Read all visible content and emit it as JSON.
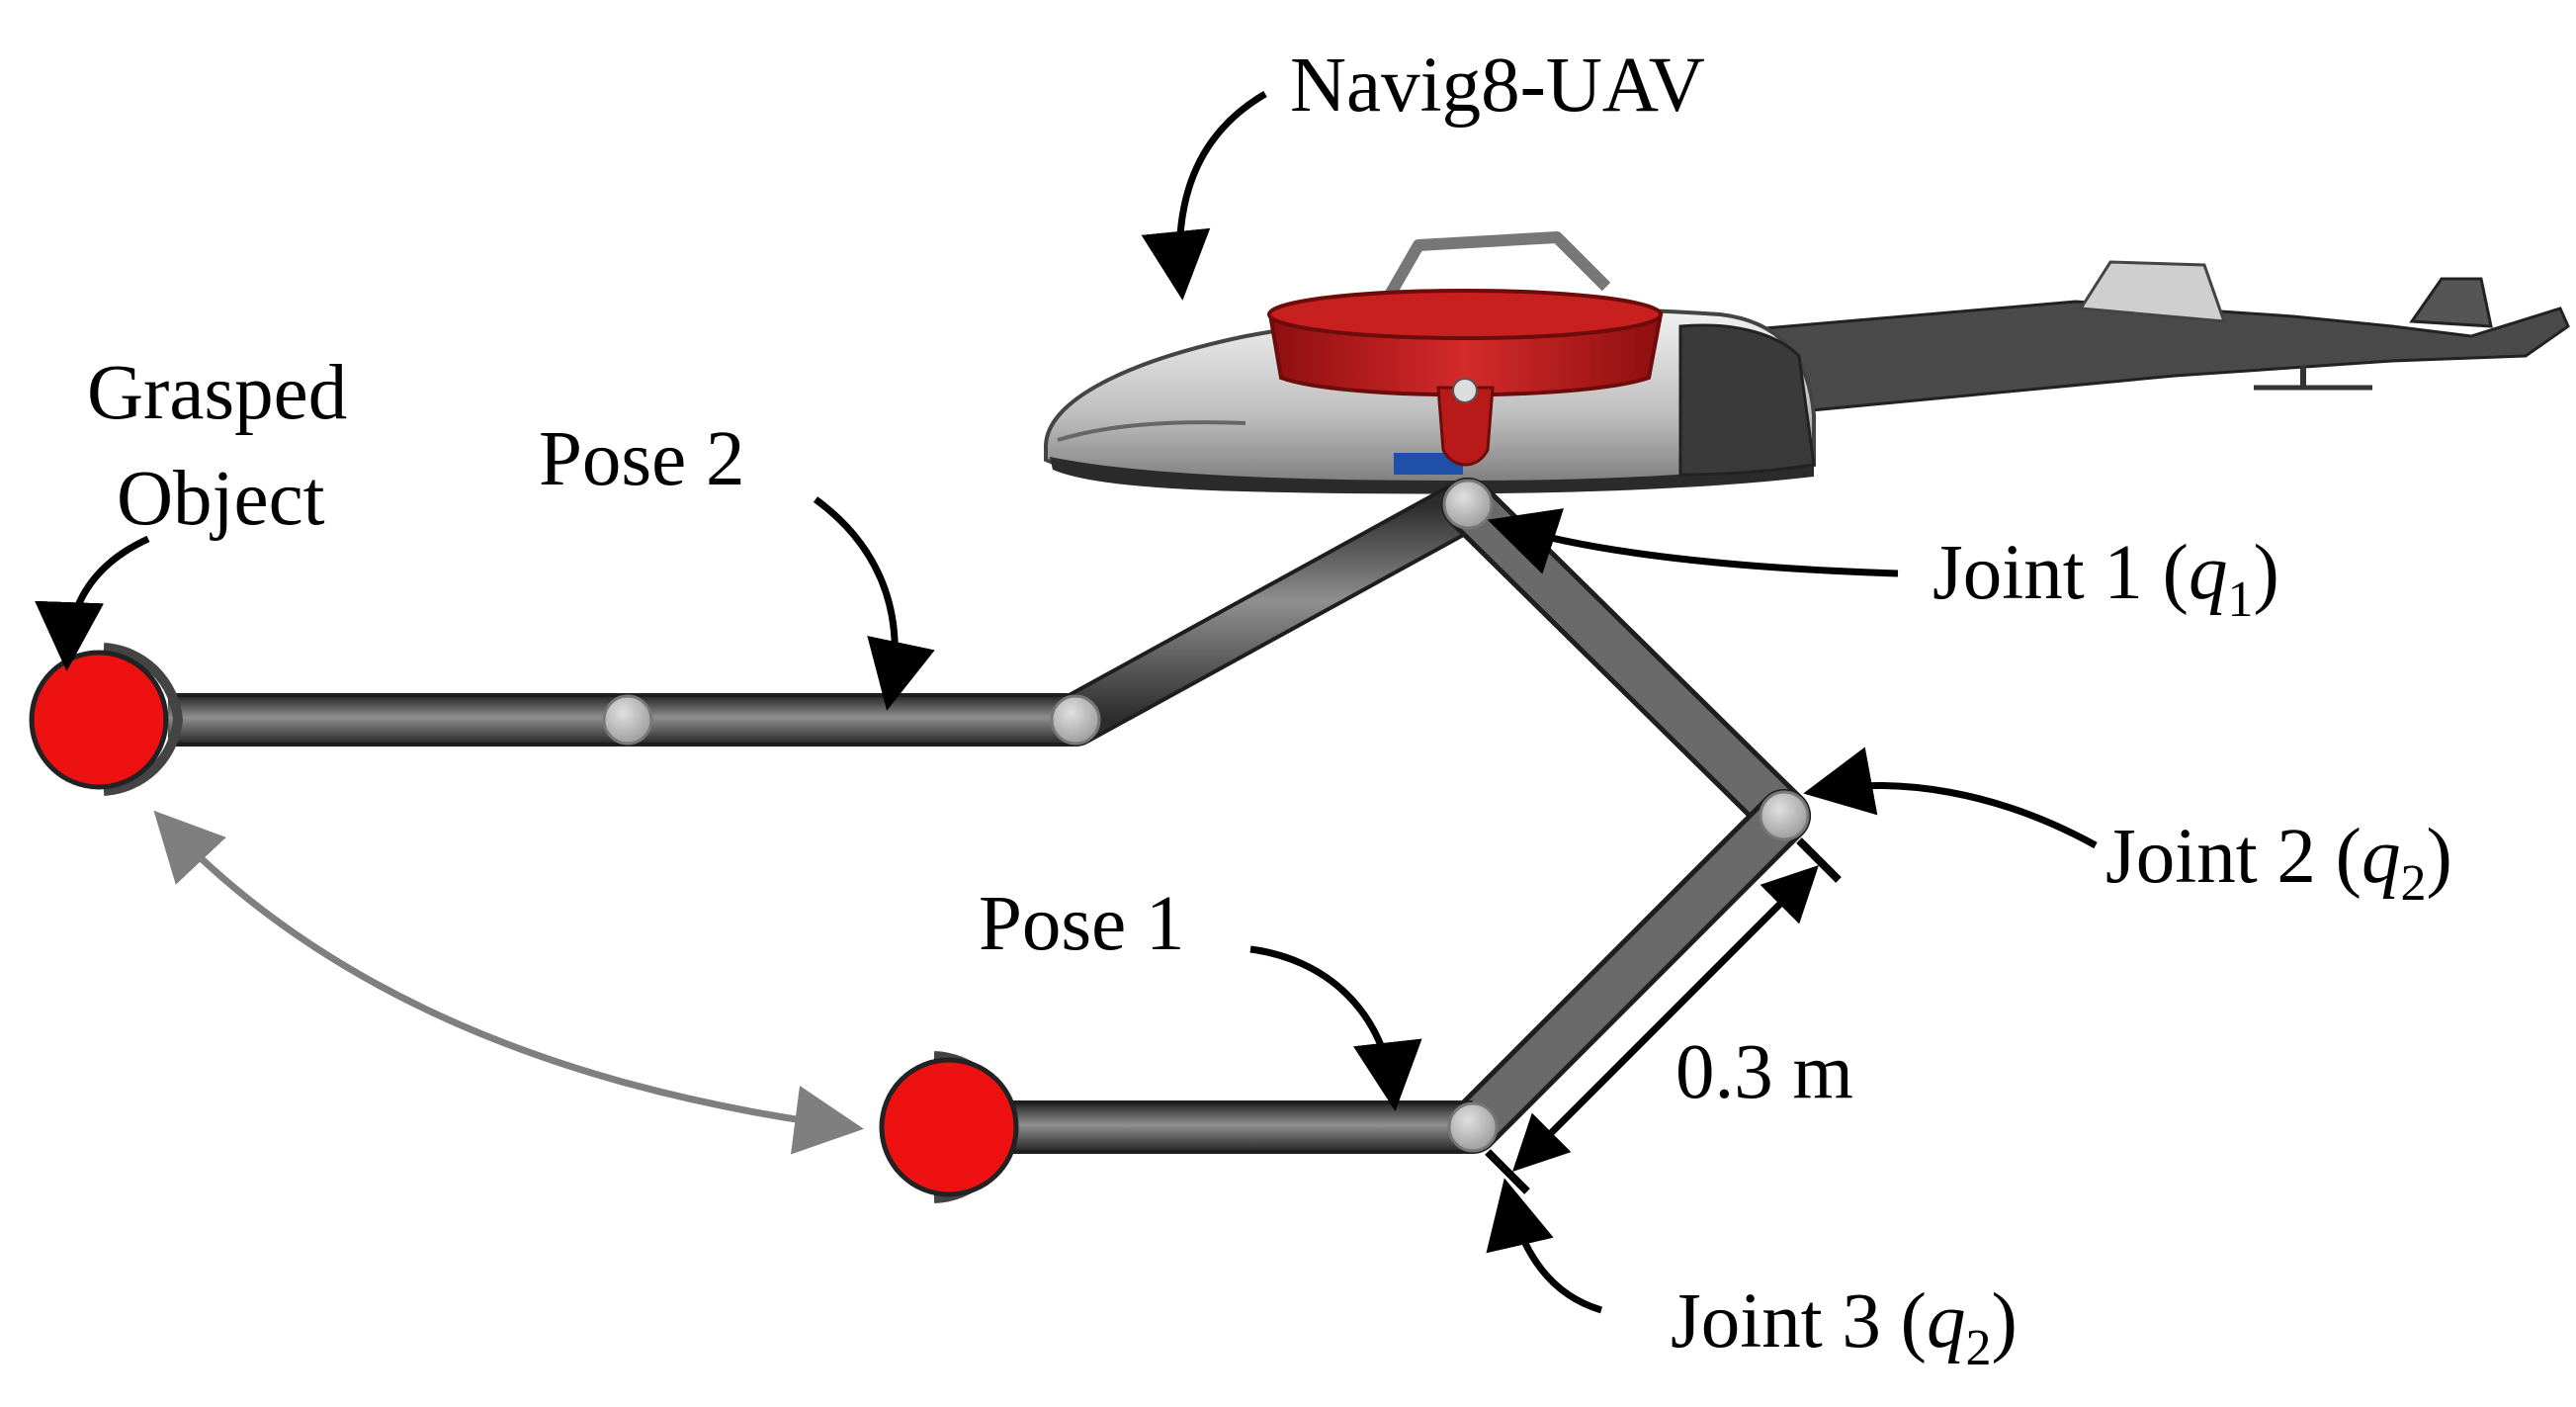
{
  "labels": {
    "uav": "Navig8-UAV",
    "grasped_line1": "Grasped",
    "grasped_line2": "Object",
    "pose2": "Pose 2",
    "pose1": "Pose 1",
    "joint1_prefix": "Joint 1 (",
    "joint1_var": "q",
    "joint1_sub": "1",
    "joint1_suffix": ")",
    "joint2_prefix": "Joint 2 (",
    "joint2_var": "q",
    "joint2_sub": "2",
    "joint2_suffix": ")",
    "joint3_prefix": "Joint 3 (",
    "joint3_var": "q",
    "joint3_sub": "2",
    "joint3_suffix": ")",
    "dimension": "0.3 m"
  },
  "colors": {
    "link": "#3f3f3f",
    "link_highlight": "#8a8a8a",
    "joint": "#b4b4b4",
    "object": "#ee1111",
    "object_cup": "#555555",
    "fan": "#c01a1a",
    "fuselage": "#d9d9d9",
    "fuselage_dark": "#2b2b2b",
    "arrow": "#000000",
    "motion_arrow": "#7f7f7f"
  }
}
